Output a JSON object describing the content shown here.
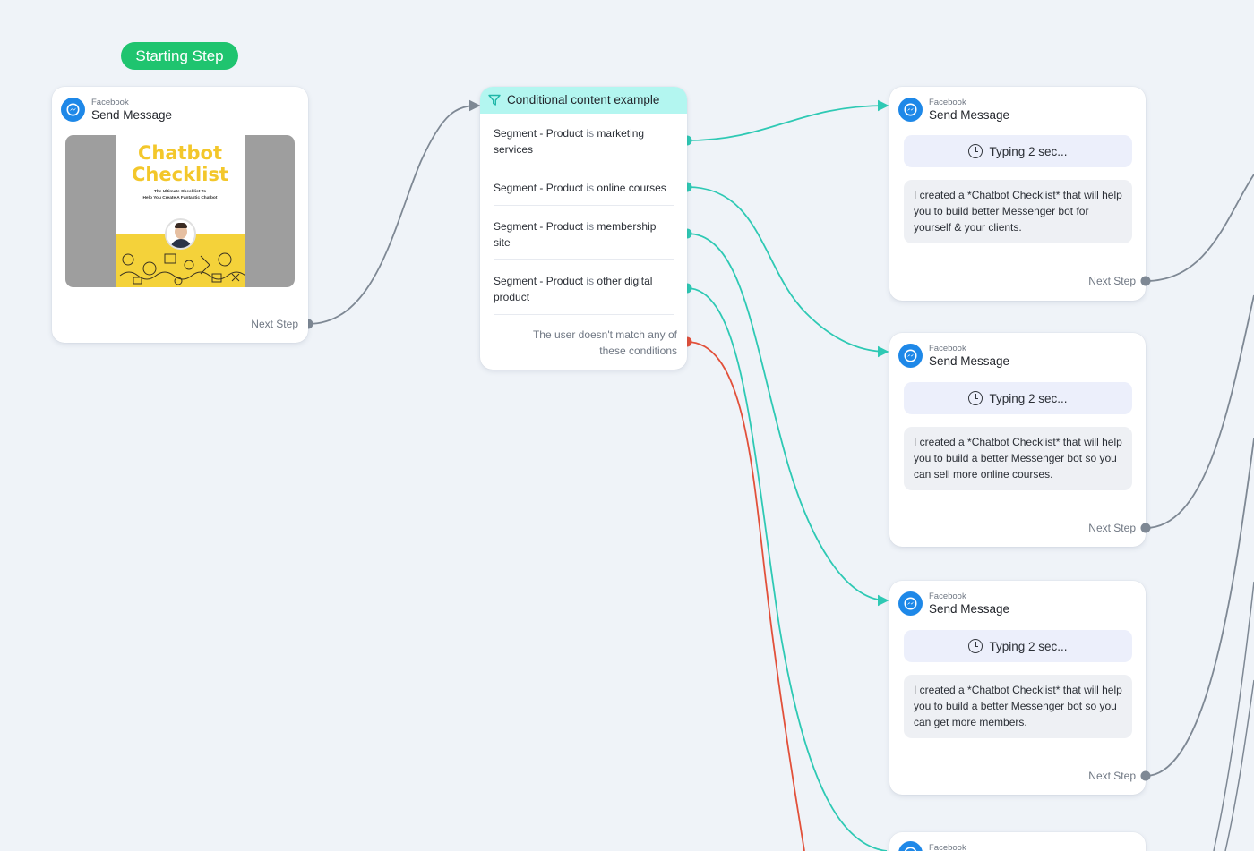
{
  "start": {
    "label": "Starting Step"
  },
  "first_node": {
    "source": "Facebook",
    "title": "Send Message",
    "image": {
      "title_line1": "Chatbot",
      "title_line2": "Checklist",
      "subtitle_line1": "The Ultimate Checklist To",
      "subtitle_line2": "Help You Create A Fantastic Chatbot"
    },
    "next_step": "Next Step"
  },
  "condition_node": {
    "title": "Conditional content example",
    "rows": [
      {
        "field": "Segment - Product",
        "op": "is",
        "value": "marketing services"
      },
      {
        "field": "Segment - Product",
        "op": "is",
        "value": "online courses"
      },
      {
        "field": "Segment - Product",
        "op": "is",
        "value": "membership site"
      },
      {
        "field": "Segment - Product",
        "op": "is",
        "value": "other digital product"
      }
    ],
    "else_label": "The user doesn't match any of these conditions"
  },
  "message_nodes": [
    {
      "source": "Facebook",
      "title": "Send Message",
      "typing": "Typing 2 sec...",
      "text": "I created a *Chatbot Checklist* that will help you to build better Messenger bot for yourself & your clients.",
      "next_step": "Next Step"
    },
    {
      "source": "Facebook",
      "title": "Send Message",
      "typing": "Typing 2 sec...",
      "text": "I created a *Chatbot Checklist* that will help you to build a better Messenger bot so you can sell more online courses.",
      "next_step": "Next Step"
    },
    {
      "source": "Facebook",
      "title": "Send Message",
      "typing": "Typing 2 sec...",
      "text": "I created a *Chatbot Checklist* that will help you to build a better Messenger bot so you can get more members.",
      "next_step": "Next Step"
    },
    {
      "source": "Facebook"
    }
  ],
  "colors": {
    "canvas": "#eff3f8",
    "start_pill": "#1fc46f",
    "condition_header": "#b3f6f0",
    "wire_condition": "#2ec9b4",
    "wire_else": "#e2503a",
    "wire_next": "#7e8894",
    "messenger": "#1e88e8"
  }
}
